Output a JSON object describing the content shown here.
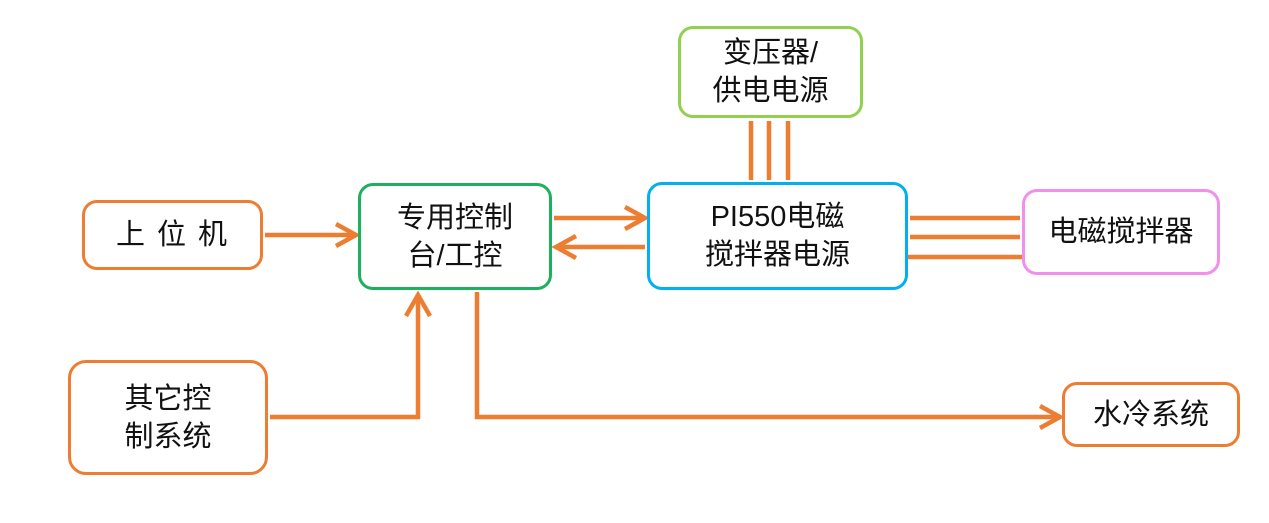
{
  "diagram": {
    "title": "PI550 electromagnetic stirrer control system block diagram",
    "palette": {
      "connector_orange": "#ED7D31",
      "node_orange": "#ED7D31",
      "node_green": "#1CB25B",
      "node_light_green": "#92D050",
      "node_cyan": "#00B0F0",
      "node_pink": "#F18FEC",
      "text": "#111111",
      "background": "#FFFFFF"
    },
    "nodes": {
      "host_computer": {
        "label": "上 位 机"
      },
      "other_control": {
        "label": "其它控\n制系统"
      },
      "console": {
        "label": "专用控制\n台/工控"
      },
      "transformer": {
        "label": "变压器/\n供电电源"
      },
      "pi550_power": {
        "label": "PI550电磁\n搅拌器电源"
      },
      "stirrer": {
        "label": "电磁搅拌器"
      },
      "water_cooling": {
        "label": "水冷系统"
      }
    },
    "connectors": [
      {
        "from": "host_computer",
        "to": "console",
        "style": "arrow",
        "lines": 1
      },
      {
        "from": "console",
        "to": "pi550_power",
        "style": "arrow",
        "lines": 1
      },
      {
        "from": "pi550_power",
        "to": "console",
        "style": "arrow",
        "lines": 1
      },
      {
        "from": "transformer",
        "to": "pi550_power",
        "style": "plain-lines",
        "lines": 3
      },
      {
        "from": "pi550_power",
        "to": "stirrer",
        "style": "plain-lines",
        "lines": 3
      },
      {
        "from": "other_control",
        "to": "console",
        "style": "arrow",
        "lines": 1
      },
      {
        "from": "console",
        "to": "water_cooling",
        "style": "arrow",
        "lines": 1
      }
    ]
  }
}
